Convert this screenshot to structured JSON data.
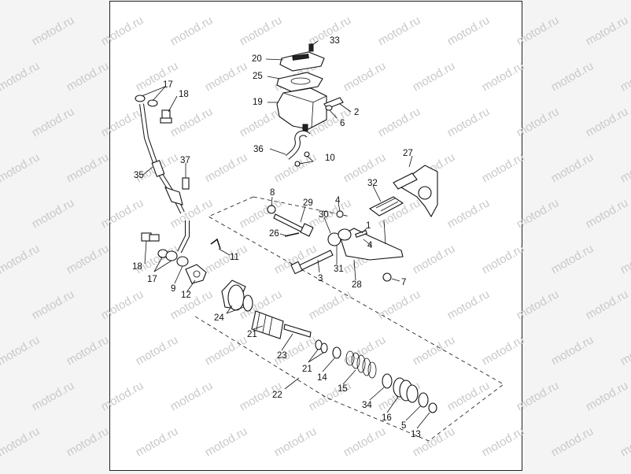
{
  "watermark": "motod.ru",
  "callouts": {
    "n1": "1",
    "n2": "2",
    "n3": "3",
    "n4a": "4",
    "n4b": "4",
    "n5": "5",
    "n6": "6",
    "n7": "7",
    "n8": "8",
    "n9": "9",
    "n10": "10",
    "n11": "11",
    "n12": "12",
    "n13": "13",
    "n14": "14",
    "n15": "15",
    "n16": "16",
    "n17a": "17",
    "n17b": "17",
    "n18a": "18",
    "n18b": "18",
    "n19": "19",
    "n20": "20",
    "n21a": "21",
    "n21b": "21",
    "n22": "22",
    "n23": "23",
    "n24": "24",
    "n25": "25",
    "n26": "26",
    "n27": "27",
    "n28": "28",
    "n29": "29",
    "n30": "30",
    "n31": "31",
    "n32": "32",
    "n33": "33",
    "n34": "34",
    "n35": "35",
    "n36": "36",
    "n37": "37"
  },
  "colors": {
    "line": "#111111",
    "watermark": "#c9c9c9",
    "background": "#ffffff",
    "outside": "#f4f4f4"
  }
}
